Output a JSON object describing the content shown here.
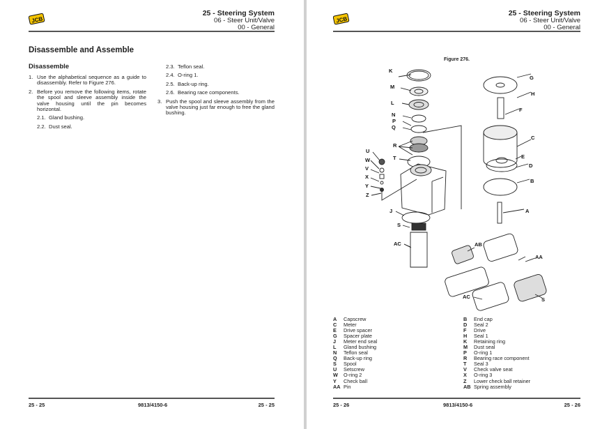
{
  "left_page": {
    "header": {
      "title": "25 - Steering System",
      "sub1": "06 - Steer Unit/Valve",
      "sub2": "00 - General"
    },
    "logo": "JCB",
    "heading": "Disassemble and Assemble",
    "subheading": "Disassemble",
    "steps": [
      {
        "n": "1.",
        "text": "Use the alphabetical sequence as a guide to disassembly. Refer to Figure 276."
      },
      {
        "n": "2.",
        "text": "Before you remove the following items, rotate the spool and sleeve assembly inside the valve housing until the pin becomes horizontal."
      }
    ],
    "substeps_a": [
      {
        "n": "2.1.",
        "text": "Gland bushing."
      },
      {
        "n": "2.2.",
        "text": "Dust seal."
      }
    ],
    "substeps_b": [
      {
        "n": "2.3.",
        "text": "Teflon seal."
      },
      {
        "n": "2.4.",
        "text": "O-ring 1."
      },
      {
        "n": "2.5.",
        "text": "Back-up ring."
      },
      {
        "n": "2.6.",
        "text": "Bearing race components."
      }
    ],
    "step3": {
      "n": "3.",
      "text": "Push the spool and sleeve assembly from the valve housing just far enough to free the gland bushing."
    },
    "footer": {
      "left": "25 - 25",
      "center": "9813/4150-6",
      "right": "25 - 25"
    }
  },
  "right_page": {
    "header": {
      "title": "25 - Steering System",
      "sub1": "06 - Steer Unit/Valve",
      "sub2": "00 - General"
    },
    "logo": "JCB",
    "figure_caption": "Figure 276.",
    "callouts": [
      "K",
      "M",
      "L",
      "N",
      "P",
      "Q",
      "R",
      "T",
      "U",
      "W",
      "V",
      "X",
      "Y",
      "Z",
      "J",
      "S",
      "AC",
      "AB",
      "AA",
      "AC",
      "S",
      "G",
      "H",
      "F",
      "C",
      "E",
      "D",
      "B",
      "A"
    ],
    "legend_left": [
      [
        "A",
        "Capscrew"
      ],
      [
        "C",
        "Meter"
      ],
      [
        "E",
        "Drive spacer"
      ],
      [
        "G",
        "Spacer plate"
      ],
      [
        "J",
        "Meter end seal"
      ],
      [
        "L",
        "Gland bushing"
      ],
      [
        "N",
        "Teflon seal"
      ],
      [
        "Q",
        "Back-up ring"
      ],
      [
        "S",
        "Spool"
      ],
      [
        "U",
        "Setscrew"
      ],
      [
        "W",
        "O-ring 2"
      ],
      [
        "Y",
        "Check ball"
      ],
      [
        "AA",
        "Pin"
      ]
    ],
    "legend_right": [
      [
        "B",
        "End cap"
      ],
      [
        "D",
        "Seal 2"
      ],
      [
        "F",
        "Drive"
      ],
      [
        "H",
        "Seal 1"
      ],
      [
        "K",
        "Retaining ring"
      ],
      [
        "M",
        "Dust seal"
      ],
      [
        "P",
        "O-ring 1"
      ],
      [
        "R",
        "Bearing race component"
      ],
      [
        "T",
        "Seal 3"
      ],
      [
        "V",
        "Check valve seat"
      ],
      [
        "X",
        "O-ring 3"
      ],
      [
        "Z",
        "Lower check ball retainer"
      ],
      [
        "AB",
        "Spring assembly"
      ]
    ],
    "footer": {
      "left": "25 - 26",
      "center": "9813/4150-6",
      "right": "25 - 26"
    }
  }
}
